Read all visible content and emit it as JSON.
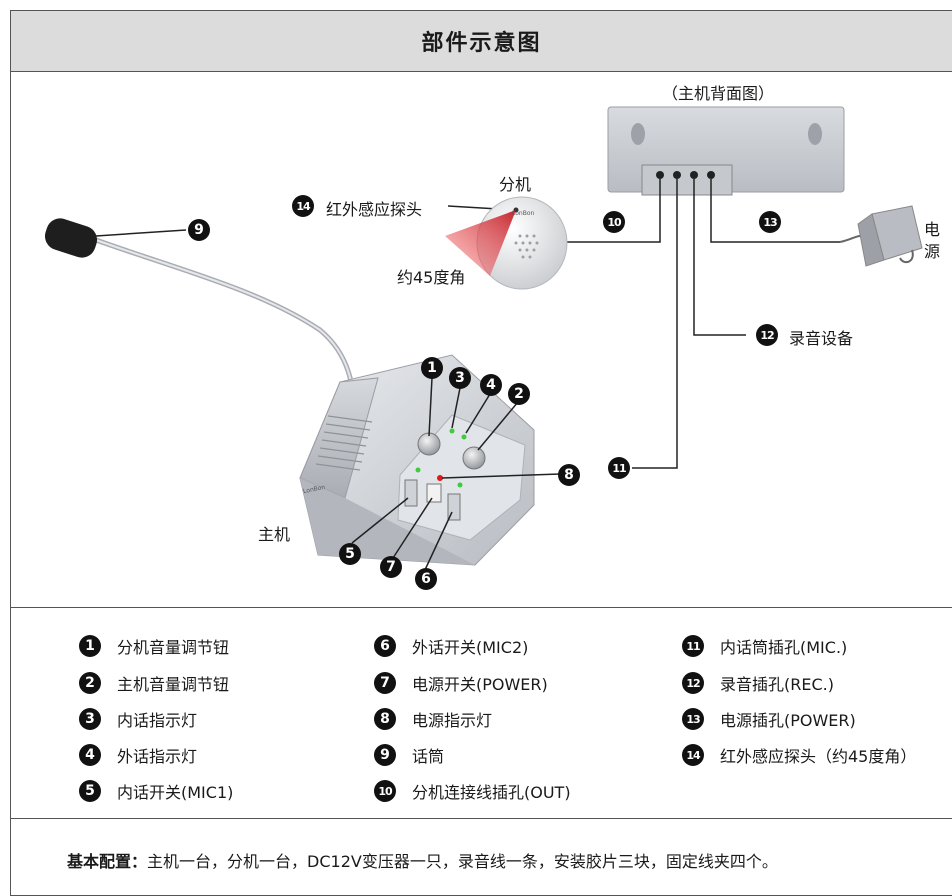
{
  "title": "部件示意图",
  "labels": {
    "rear_view": "（主机背面图）",
    "slave_unit": "分机",
    "ir_probe": "红外感应探头",
    "angle": "约45度角",
    "recording_device": "录音设备",
    "power_char1": "电",
    "power_char2": "源",
    "main_unit": "主机",
    "brand": "LonBon"
  },
  "callouts": [
    "1",
    "2",
    "3",
    "4",
    "5",
    "6",
    "7",
    "8",
    "9",
    "10",
    "11",
    "12",
    "13",
    "14"
  ],
  "legend": [
    {
      "num": "1",
      "text": "分机音量调节钮"
    },
    {
      "num": "2",
      "text": "主机音量调节钮"
    },
    {
      "num": "3",
      "text": "内话指示灯"
    },
    {
      "num": "4",
      "text": "外话指示灯"
    },
    {
      "num": "5",
      "text": "内话开关(MIC1)"
    },
    {
      "num": "6",
      "text": "外话开关(MIC2)"
    },
    {
      "num": "7",
      "text": "电源开关(POWER)"
    },
    {
      "num": "8",
      "text": "电源指示灯"
    },
    {
      "num": "9",
      "text": "话筒"
    },
    {
      "num": "10",
      "text": "分机连接线插孔(OUT)"
    },
    {
      "num": "11",
      "text": "内话筒插孔(MIC.)"
    },
    {
      "num": "12",
      "text": "录音插孔(REC.)"
    },
    {
      "num": "13",
      "text": "电源插孔(POWER)"
    },
    {
      "num": "14",
      "text": "红外感应探头（约45度角）"
    }
  ],
  "footer": {
    "label": "基本配置：",
    "text": "主机一台，分机一台，DC12V变压器一只，录音线一条，安装胶片三块，固定线夹四个。"
  }
}
